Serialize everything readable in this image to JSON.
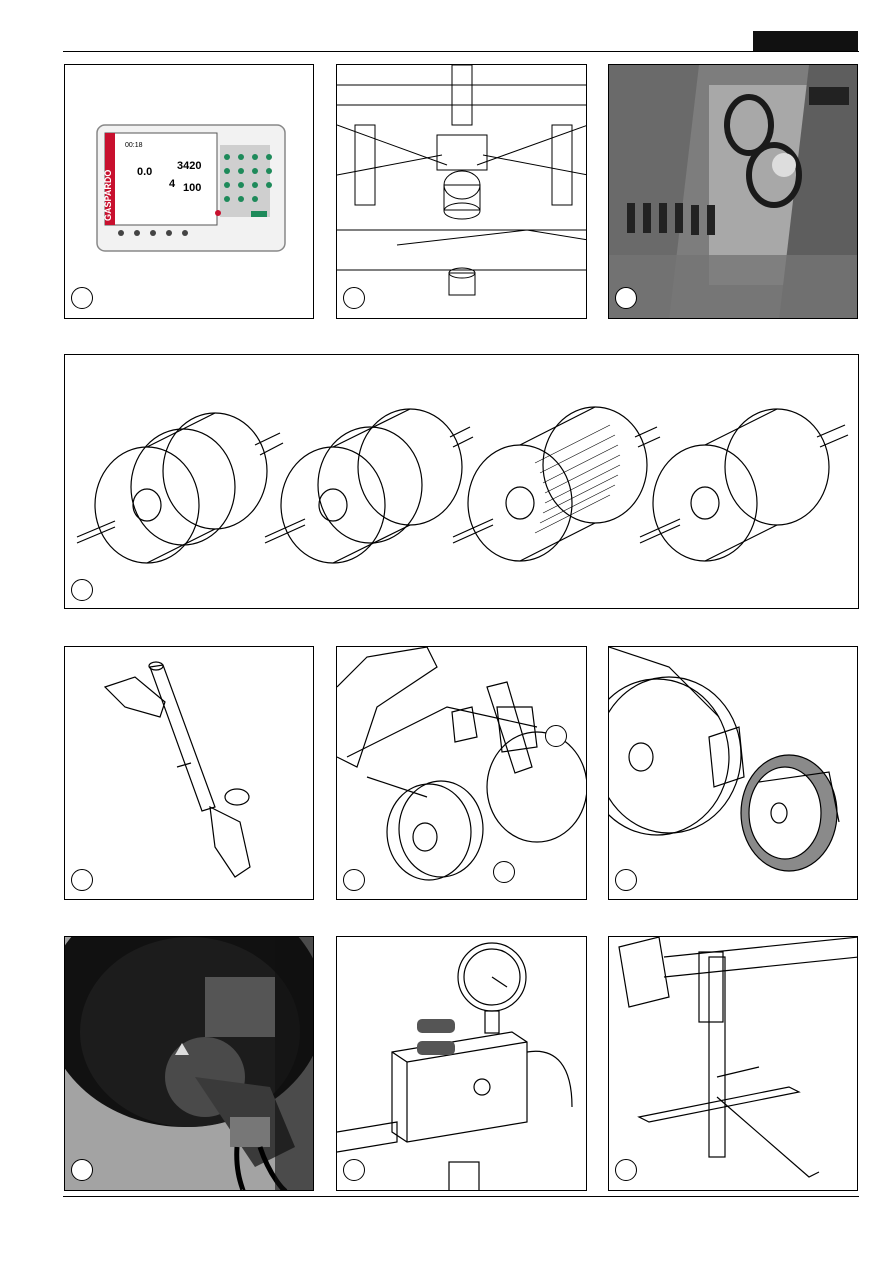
{
  "header": {
    "tab_color": "#111111"
  },
  "figures": [
    {
      "id": "fig-control-monitor",
      "caption_marker": "",
      "subject": "control monitor"
    },
    {
      "id": "fig-frame-underside",
      "caption_marker": "",
      "subject": "frame underside"
    },
    {
      "id": "fig-drive-sprockets",
      "caption_marker": "",
      "subject": "drive sprockets photo"
    },
    {
      "id": "fig-seed-rollers",
      "caption_marker": "",
      "subject": "seed metering rollers"
    },
    {
      "id": "fig-hose-tube",
      "caption_marker": "",
      "subject": "hose tube"
    },
    {
      "id": "fig-opener-assembly",
      "caption_marker": "",
      "subject": "disc opener assembly",
      "extra_markers": [
        "",
        ""
      ]
    },
    {
      "id": "fig-press-wheel",
      "caption_marker": "",
      "subject": "press wheel"
    },
    {
      "id": "fig-fan-photo",
      "caption_marker": "",
      "subject": "fan photo"
    },
    {
      "id": "fig-pressure-gauge",
      "caption_marker": "",
      "subject": "pressure gauge"
    },
    {
      "id": "fig-stand",
      "caption_marker": "",
      "subject": "support stand"
    }
  ],
  "monitor": {
    "brand": "GASPARDO",
    "readouts": [
      "0.0",
      "3420",
      "4",
      "100"
    ],
    "time": "00:18"
  },
  "colors": {
    "brand_red": "#c8102e",
    "ink": "#000000",
    "photo_gray": "#8a8a8a"
  }
}
